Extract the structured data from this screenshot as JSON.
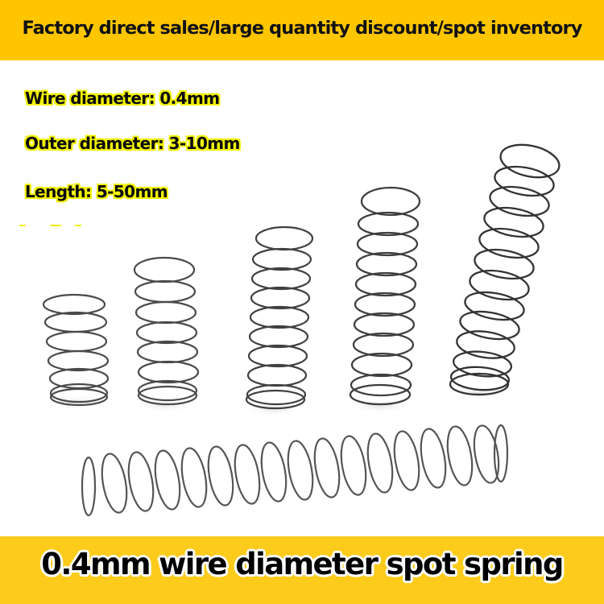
{
  "top_banner": {
    "text": "Factory direct sales/large quantity discount/spot inventory",
    "background_color": "#FFC600"
  },
  "specs": {
    "wire_diameter": "Wire diameter: 0.4mm",
    "outer_diameter": "Outer diameter: 3-10mm",
    "length": "Length: 5-50mm",
    "outline_color": "#F2F200"
  },
  "product": {
    "name": "compression springs",
    "springs": [
      {
        "id": "spring-1",
        "orientation": "vertical",
        "coils": 6
      },
      {
        "id": "spring-2",
        "orientation": "vertical",
        "coils": 7
      },
      {
        "id": "spring-3",
        "orientation": "vertical",
        "coils": 9
      },
      {
        "id": "spring-4",
        "orientation": "vertical",
        "coils": 10
      },
      {
        "id": "spring-5",
        "orientation": "vertical-tilted",
        "coils": 13
      },
      {
        "id": "spring-6",
        "orientation": "horizontal",
        "coils": 16
      }
    ]
  },
  "bottom_banner": {
    "text": "0.4mm wire diameter spot spring",
    "background_color": "#FCCB1B"
  }
}
